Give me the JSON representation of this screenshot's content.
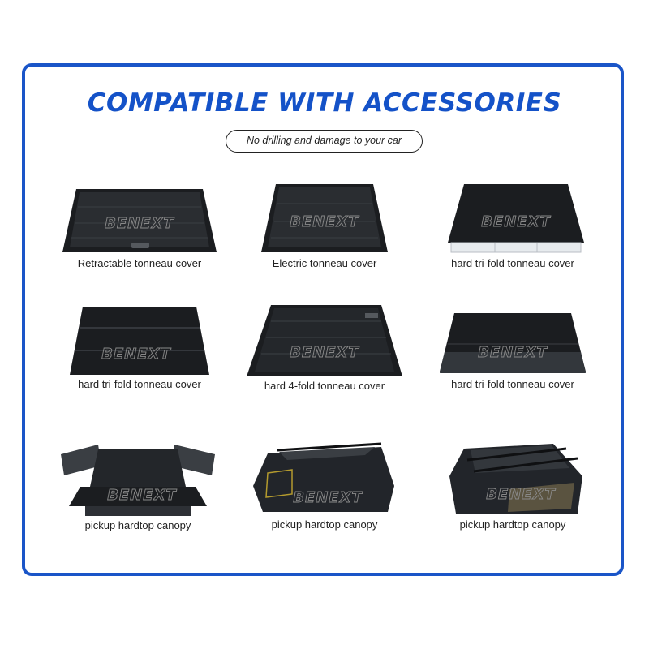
{
  "header": {
    "title": "COMPATIBLE WITH ACCESSORIES",
    "subtitle": "No drilling and damage to your car"
  },
  "brand": {
    "watermark": "BENEXT"
  },
  "colors": {
    "accent": "#1a55c8",
    "product": "#1b1d20"
  },
  "products": [
    {
      "caption": "Retractable tonneau cover"
    },
    {
      "caption": "Electric tonneau cover"
    },
    {
      "caption": "hard tri-fold tonneau cover"
    },
    {
      "caption": "hard tri-fold tonneau cover"
    },
    {
      "caption": "hard 4-fold tonneau cover"
    },
    {
      "caption": "hard tri-fold tonneau cover"
    },
    {
      "caption": "pickup hardtop canopy"
    },
    {
      "caption": "pickup hardtop canopy"
    },
    {
      "caption": "pickup hardtop canopy"
    }
  ]
}
